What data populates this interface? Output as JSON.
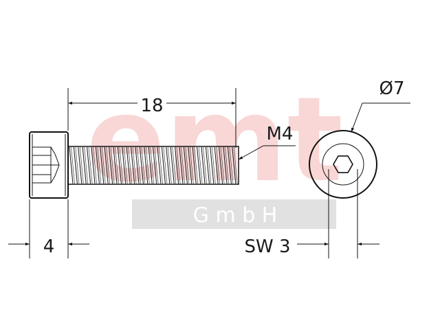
{
  "watermark": {
    "logo_text": "emt",
    "company_suffix": "G m b H",
    "logo_color": "#f9d7d7",
    "band_color": "#e1e1e1",
    "suffix_color": "#ffffff"
  },
  "dimensions": {
    "length": "18",
    "head_height": "4",
    "thread": "M4",
    "head_diameter": "Ø7",
    "wrench_size": "SW 3"
  },
  "colors": {
    "line": "#111111",
    "text": "#1a1a1a"
  }
}
